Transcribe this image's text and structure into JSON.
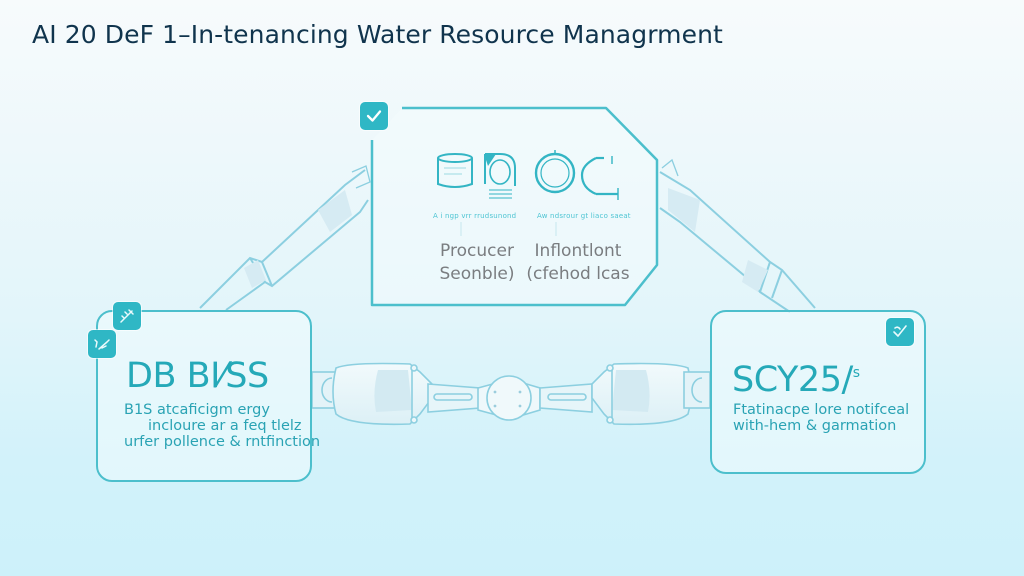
{
  "title": "AI 20 DeF 1–In-tenancing Water Resource Managrment",
  "colors": {
    "accent": "#2fb7c5",
    "border": "#4cbfcc",
    "title_text": "#10344d",
    "center_text": "#7a7d80",
    "pipe_stroke": "#8ccfe0",
    "pipe_fill": "#d4ecf4"
  },
  "center_panel": {
    "badge_icon": "check-icon",
    "icons": [
      "container-icon",
      "filter-icon",
      "ring-icon",
      "clamp-icon"
    ],
    "captions": [
      "A i ngp vrr rrudsunond",
      "Aw ndsrour gt liaco saeat"
    ],
    "labels": [
      {
        "line1": "Procucer",
        "line2": "Seonble)"
      },
      {
        "line1": "Inflontlont",
        "line2": "(cfehod lcas"
      }
    ]
  },
  "left_panel": {
    "badge_icons": [
      "tool-icon",
      "tool-icon"
    ],
    "heading": "DB BI⁄SS",
    "description": [
      "B1S atcaficigm ergy",
      "incloure ar a feq tlelz",
      "urfer pollence & rntfinction"
    ]
  },
  "right_panel": {
    "badge_icon": "check-tool-icon",
    "heading": "SCY25/",
    "heading_suffix": "s",
    "description": [
      "Ftatinacpe lore notifceal",
      "with-hem & garmation"
    ]
  }
}
